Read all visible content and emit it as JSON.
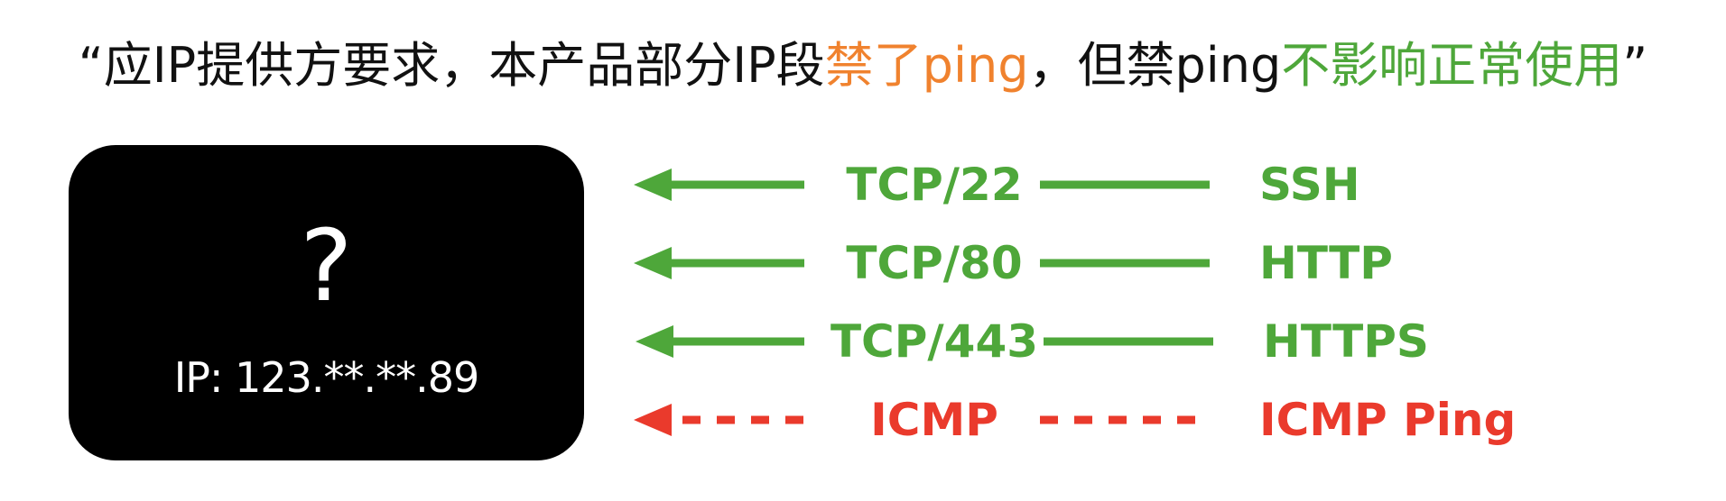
{
  "title": {
    "segments": [
      {
        "text": "“应IP提供方要求，本产品部分IP段",
        "color": "#111111"
      },
      {
        "text": "禁了ping",
        "color": "#f0822e"
      },
      {
        "text": "，但禁ping",
        "color": "#111111"
      },
      {
        "text": "不影响正常使用",
        "color": "#4ea73a"
      },
      {
        "text": "”",
        "color": "#111111"
      }
    ]
  },
  "server": {
    "symbol": "?",
    "ip_label": "IP: 123.**.**.89"
  },
  "colors": {
    "allowed": "#4ea73a",
    "blocked": "#ea3a2c",
    "highlight": "#f0822e",
    "box": "#000000"
  },
  "connections": [
    {
      "port": "TCP/22",
      "service": "SSH",
      "status": "allowed",
      "line_style": "solid"
    },
    {
      "port": "TCP/80",
      "service": "HTTP",
      "status": "allowed",
      "line_style": "solid"
    },
    {
      "port": "TCP/443",
      "service": "HTTPS",
      "status": "allowed",
      "line_style": "solid"
    },
    {
      "port": "ICMP",
      "service": "ICMP Ping",
      "status": "blocked",
      "line_style": "dashed"
    }
  ]
}
